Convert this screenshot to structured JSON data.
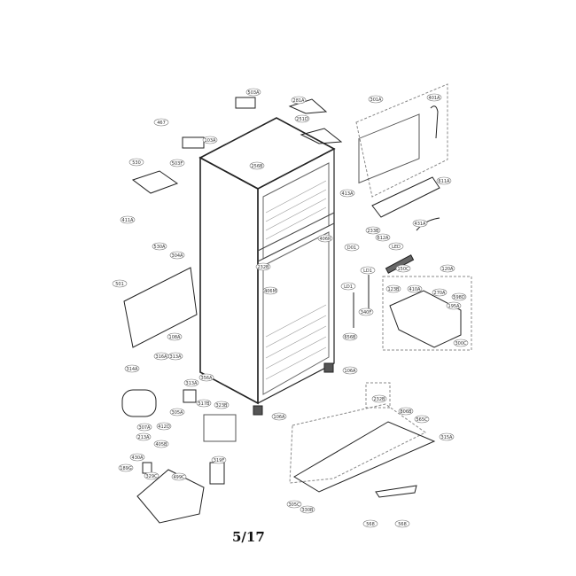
{
  "page_number": "5/17",
  "part_labels": [
    "503A",
    "281A",
    "301A",
    "401A",
    "467",
    "251D",
    "103A",
    "503F",
    "530",
    "256B",
    "413A",
    "611A",
    "411A",
    "233B",
    "406R",
    "612A",
    "530A",
    "304A",
    "431A",
    "LED",
    "D01",
    "232B",
    "150C",
    "120A",
    "501",
    "LD1",
    "LD1",
    "123B",
    "410A",
    "270A",
    "598D",
    "406M",
    "195A",
    "340F",
    "656B",
    "300C",
    "108A",
    "316A",
    "313A",
    "314A",
    "313A",
    "356A",
    "517B",
    "323B",
    "305A",
    "307A",
    "412D",
    "213A",
    "405B",
    "430A",
    "329C",
    "499C",
    "319F",
    "189G",
    "106A",
    "232B",
    "106A",
    "806B",
    "565C",
    "315A",
    "305C",
    "330B",
    "568",
    "568"
  ]
}
